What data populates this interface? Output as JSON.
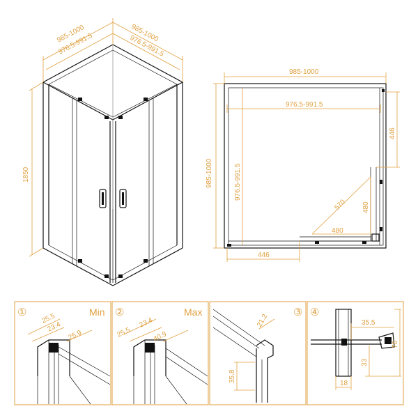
{
  "colors": {
    "dimension": "#e0a040",
    "line": "#111111",
    "panel_border": "#e0a040"
  },
  "perspective": {
    "top_left_outer": "985-1000",
    "top_left_inner": "976.5-991.5",
    "top_right_outer": "985-1000",
    "top_right_inner": "976.5-991.5",
    "height": "1850"
  },
  "plan": {
    "width_outer": "985-1000",
    "width_inner": "976.5-991.5",
    "depth_outer": "985-1000",
    "depth_inner": "976.5-991.5",
    "right_segment": "446",
    "bottom_segment": "446",
    "diagonal": "570",
    "tri_vertical": "480",
    "tri_horizontal": "480"
  },
  "details": [
    {
      "number": "①",
      "label": "Min",
      "dims": [
        "25.5",
        "23.4",
        "25.9"
      ]
    },
    {
      "number": "②",
      "label": "Max",
      "dims": [
        "25.5",
        "23.4",
        "40.9"
      ]
    },
    {
      "number": "③",
      "label": "",
      "dims": [
        "21.2",
        "35.8"
      ]
    },
    {
      "number": "④",
      "label": "",
      "dims": [
        "35.5",
        "70",
        "33",
        "18"
      ]
    }
  ]
}
